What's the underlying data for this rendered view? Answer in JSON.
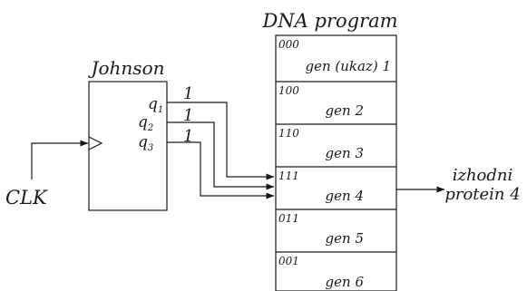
{
  "program": {
    "title": "DNA program",
    "rows": [
      {
        "code": "000",
        "gene": "gen (ukaz) 1"
      },
      {
        "code": "100",
        "gene": "gen 2"
      },
      {
        "code": "110",
        "gene": "gen 3"
      },
      {
        "code": "111",
        "gene": "gen 4"
      },
      {
        "code": "011",
        "gene": "gen 5"
      },
      {
        "code": "001",
        "gene": "gen 6"
      }
    ]
  },
  "counter": {
    "title": "Johnson",
    "outputs": [
      {
        "label": "q",
        "sub": "1",
        "value": "1"
      },
      {
        "label": "q",
        "sub": "2",
        "value": "1"
      },
      {
        "label": "q",
        "sub": "3",
        "value": "1"
      }
    ]
  },
  "clock": {
    "label": "CLK"
  },
  "output": {
    "line1": "izhodni",
    "line2": "protein 4"
  }
}
